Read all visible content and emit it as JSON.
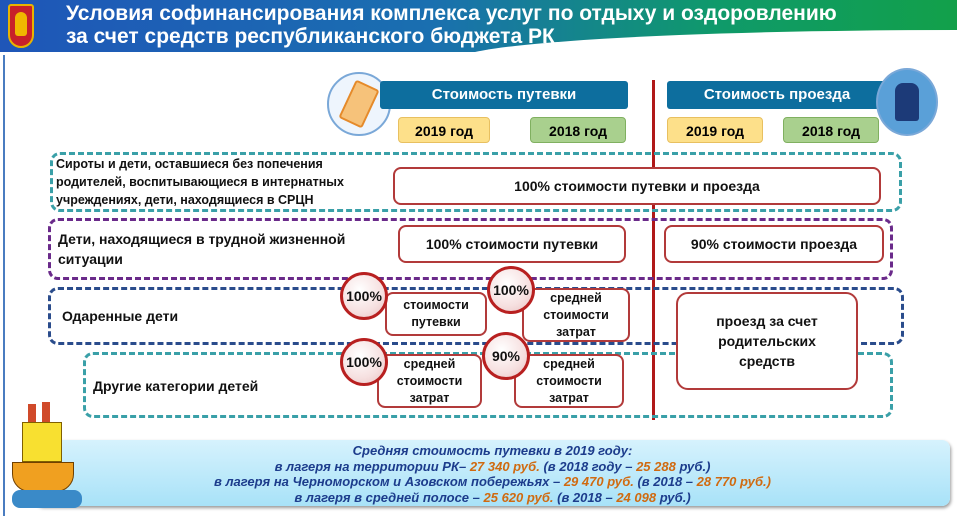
{
  "header": {
    "title_line1": "Условия софинансирования комплекса услуг  по отдыху и оздоровлению",
    "title_line2": "за счет средств республиканского бюджета РК"
  },
  "columns": {
    "trip": "Стоимость путевки",
    "travel": "Стоимость проезда",
    "y2019": "2019 год",
    "y2018": "2018 год"
  },
  "rows": [
    {
      "label": "Сироты и дети, оставшиеся без попечения родителей, воспитывающиеся в интернатных учреждениях, дети, находящиеся в СРЦН",
      "value": "100% стоимости путевки и проезда"
    },
    {
      "label": "Дети, находящиеся в трудной жизненной ситуации",
      "trip": "100% стоимости путевки",
      "travel": "90% стоимости проезда"
    },
    {
      "label": "Одаренные дети",
      "badge2019": "100%",
      "text2019": "стоимости путевки",
      "badge2018": "100%",
      "text2018": "средней стоимости затрат"
    },
    {
      "label": "Другие категории детей",
      "badge2019": "100%",
      "text2019": "средней стоимости затрат",
      "badge2018": "90%",
      "text2018": "средней стоимости затрат"
    }
  ],
  "travel_parents": "проезд за счет родительских средств",
  "banner": {
    "title": "Средняя стоимость путевки в 2019 году:",
    "l1a": "в лагеря на территории РК– ",
    "l1b": "27 340  руб.",
    "l1c": " (в 2018 году – ",
    "l1d": "25 288",
    "l1e": " руб.)",
    "l2a": "в лагеря на Черноморском и Азовском побережьях – ",
    "l2b": "29 470 руб.",
    "l2c": " (в 2018 – ",
    "l2d": "28 770 руб.)",
    "l3a": "в лагеря в средней полосе – ",
    "l3b": "25 620 руб.",
    "l3c": " (в 2018 – ",
    "l3d": "24 098",
    "l3e": " руб.)"
  },
  "colors": {
    "header_blue": "#1f56b8",
    "header_green": "#12a04a",
    "column_header": "#0d6e9e",
    "divider": "#b01818",
    "accent_orange": "#d06a10"
  }
}
